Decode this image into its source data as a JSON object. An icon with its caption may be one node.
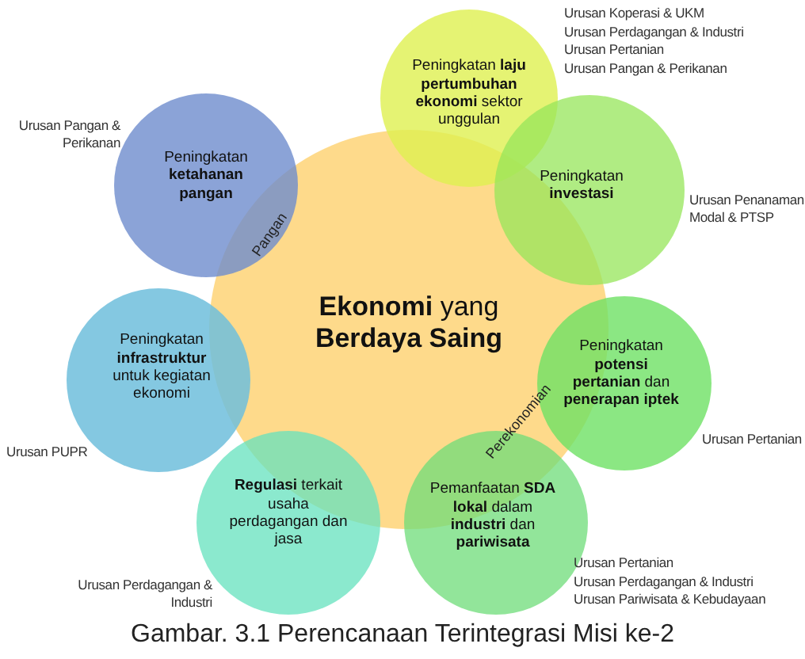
{
  "diagram": {
    "caption": "Gambar. 3.1 Perencanaan Terintegrasi Misi ke-2",
    "nodes": [
      {
        "text": [
          "**Ekonomi** yang **Berdaya Saing**"
        ]
      },
      {
        "text": [
          "Peningkatan **laju pertumbuhan ekonomi** sektor unggulan"
        ],
        "beside": [
          "Urusan Koperasi & UKM",
          "Urusan Perdagangan & Industri",
          "Urusan Pertanian",
          "Urusan Pangan & Perikanan"
        ]
      },
      {
        "text": [
          "Peningkatan **ketahanan pangan**"
        ],
        "beside": [
          "Urusan Pangan & Perikanan"
        ]
      },
      {
        "text": [
          "Peningkatan **investasi**"
        ],
        "beside": [
          "Urusan Penanaman Modal & PTSP"
        ]
      },
      {
        "text": [
          "Peningkatan **infrastruktur** untuk kegiatan ekonomi"
        ],
        "beside": [
          "Urusan PUPR"
        ]
      },
      {
        "text": [
          "Peningkatan **potensi pertanian** dan **penerapan iptek**"
        ],
        "beside": [
          "Urusan Pertanian"
        ]
      },
      {
        "text": [
          "**Regulasi** terkait usaha perdagangan dan jasa"
        ],
        "beside": [
          "Urusan Perdagangan & Industri"
        ]
      },
      {
        "text": [
          "Pemanfaatan **SDA lokal** dalam **industri** dan **pariwisata**"
        ],
        "beside": [
          "Urusan Pertanian",
          "Urusan Perdagangan & Industri",
          "Urusan Pariwisata & Kebudayaan"
        ]
      }
    ],
    "labels": [
      "Pangan",
      "Perekonomian"
    ]
  }
}
